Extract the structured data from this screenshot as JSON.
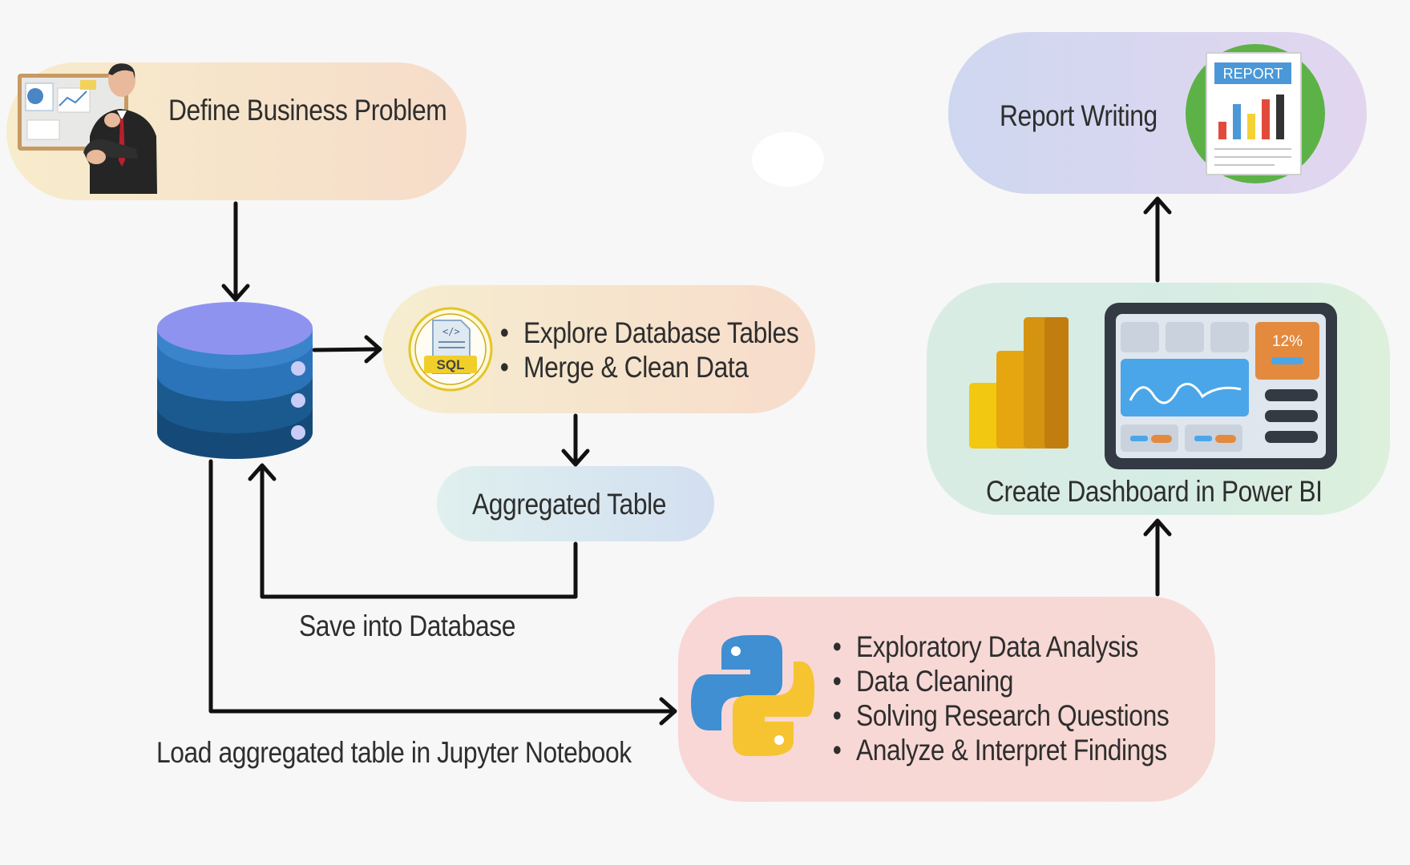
{
  "nodes": {
    "define": {
      "label": "Define Business Problem"
    },
    "explore": {
      "bullets": [
        "Explore Database Tables",
        "Merge & Clean Data"
      ],
      "sql_badge": "SQL"
    },
    "aggregated": {
      "label": "Aggregated Table"
    },
    "save_label": "Save into Database",
    "load_label": "Load aggregated table in Jupyter Notebook",
    "python": {
      "bullets": [
        "Exploratory Data Analysis",
        "Data Cleaning",
        "Solving Research Questions",
        "Analyze & Interpret Findings"
      ]
    },
    "dashboard": {
      "label": "Create Dashboard in Power BI",
      "kpi": "12%"
    },
    "report": {
      "label": "Report Writing",
      "doc_title": "REPORT"
    }
  },
  "colors": {
    "arrow": "#111111",
    "db_top": "#8f93f0",
    "db_band1": "#3a7bd5",
    "db_band2": "#1f5f99",
    "db_band3": "#154a78",
    "python_blue": "#3776ab",
    "python_yellow": "#ffd43b",
    "powerbi_gold": "#f2c811"
  }
}
